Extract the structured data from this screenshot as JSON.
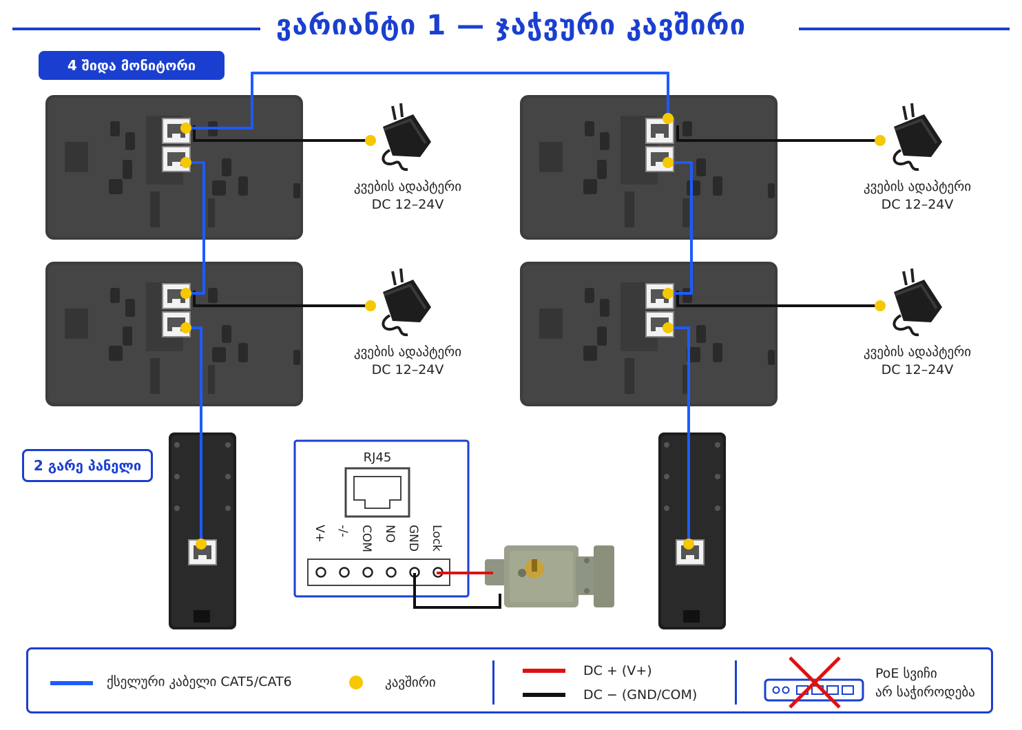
{
  "title": "ვარიანტი 1 — ჯაჭვური კავშირი",
  "tags": {
    "monitors": "4 შიდა მონიტორი",
    "panels": "2 გარე პანელი"
  },
  "adapters": [
    {
      "name": "კვების ადაპტერი",
      "spec": "DC 12–24V"
    },
    {
      "name": "კვების ადაპტერი",
      "spec": "DC 12–24V"
    },
    {
      "name": "კვების ადაპტერი",
      "spec": "DC 12–24V"
    },
    {
      "name": "კვების ადაპტერი",
      "spec": "DC 12–24V"
    }
  ],
  "terminal": {
    "connector_label": "RJ45",
    "pins": [
      "V+",
      "-/-",
      "COM",
      "NO",
      "GND",
      "Lock"
    ]
  },
  "legend": {
    "cable": "ქსელური კაბელი CAT5/CAT6",
    "connection": "კავშირი",
    "dc_plus": "DC + (V+)",
    "dc_minus": "DC − (GND/COM)",
    "poe_line1": "PoE სვიჩი",
    "poe_line2": "არ საჭიროდება"
  },
  "colors": {
    "accent": "#1a3fd0",
    "cable": "#1e5bff",
    "connection": "#f5c800",
    "dc_plus": "#e01010",
    "dc_minus": "#111111",
    "cross": "#e01010"
  },
  "icons": [
    "power-adapter-icon",
    "rj45-port-icon",
    "electric-lock-icon",
    "poe-switch-icon"
  ]
}
